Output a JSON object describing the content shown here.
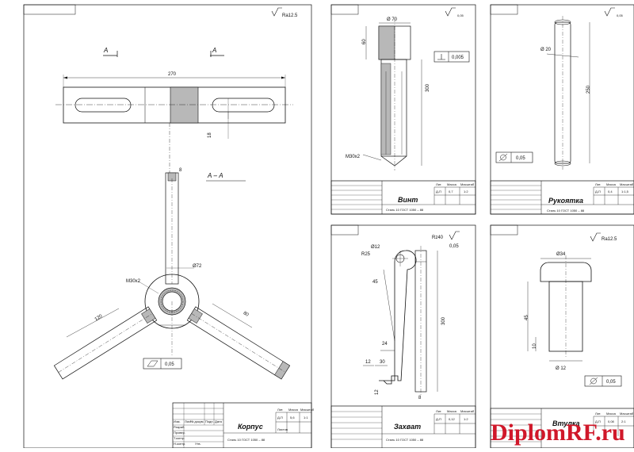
{
  "watermark": "DiplomRF.ru",
  "sheets": {
    "korpus": {
      "name": "Корпус",
      "material": "Сталь 10   ГОСТ 1050 – 88",
      "roughness": "Ra12.5",
      "section_marks": [
        "А",
        "А"
      ],
      "section_title": "А – А",
      "dims": {
        "length": "270",
        "slot_width": "18",
        "bore": "Ø72",
        "thread": "M30x2",
        "arm": "120",
        "arm2": "80",
        "tip": "8"
      },
      "flatness": "0,05",
      "mass": "5,6",
      "scale": "1:1",
      "lit": "Д-П",
      "sheets": "Листов",
      "headers": [
        "Лит.",
        "Масса",
        "Масштаб"
      ]
    },
    "vint": {
      "name": "Винт",
      "material": "Сталь 10   ГОСТ 1050 – 88",
      "roughness": "0,05",
      "dims": {
        "diam": "Ø 70",
        "head": "60",
        "length": "300",
        "thread": "M30x2"
      },
      "perp": "0,005",
      "mass": "0,7",
      "scale": "1:2",
      "lit": "Д-П",
      "headers": [
        "Лит.",
        "Масса",
        "Масштаб"
      ]
    },
    "rukoyatka": {
      "name": "Рукоятка",
      "material": "Сталь 10   ГОСТ 1050 – 88",
      "roughness": "0,05",
      "dims": {
        "diam": "Ø 20",
        "length": "250"
      },
      "cyl": "0,05",
      "mass": "0,4",
      "scale": "1:1,5",
      "lit": "Д-П",
      "headers": [
        "Лит.",
        "Масса",
        "Масштаб"
      ]
    },
    "zakhvat": {
      "name": "Захват",
      "material": "Сталь 10   ГОСТ 1050 – 88",
      "roughness": "Rz40",
      "roughness2": "0,05",
      "dims": {
        "hole": "Ø12",
        "radius": "R25",
        "d45": "45",
        "length": "300",
        "d24": "24",
        "d12": "12",
        "d30": "30",
        "d12b": "12",
        "d8": "8"
      },
      "mass": "0,12",
      "scale": "1:2",
      "lit": "Д-П",
      "headers": [
        "Лит.",
        "Масса",
        "Масштаб"
      ]
    },
    "vtulka": {
      "name": "Втулка",
      "roughness": "Ra12.5",
      "dims": {
        "head": "Ø34",
        "length": "45",
        "d10": "10",
        "shaft": "Ø 12"
      },
      "cyl": "0,05",
      "mass": "0,08",
      "scale": "2:1",
      "lit": "Д-П",
      "headers": [
        "Лит.",
        "Масса",
        "Масштаб"
      ]
    }
  },
  "stamp_labels": [
    "Изм.",
    "Лист",
    "№ докум.",
    "Подп.",
    "Дата",
    "Разраб.",
    "Провер.",
    "Т.контр.",
    "Н.контр.",
    "Утв."
  ]
}
